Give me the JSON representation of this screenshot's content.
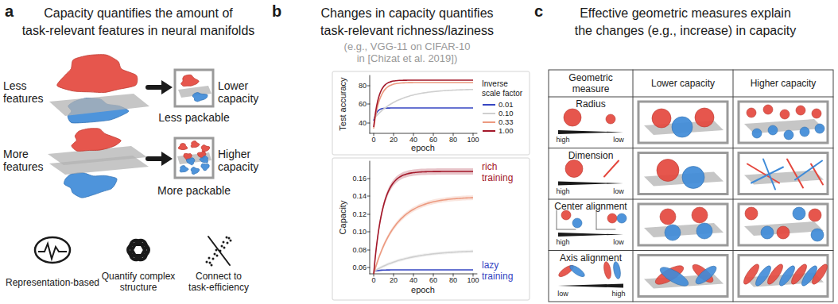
{
  "diagram": {
    "labels": [
      "a",
      "Capacity quantifies the amount of task-relevant features in neural manifolds",
      "Less features",
      "Lower capacity",
      "Less packable",
      "More features",
      "Higher capacity",
      "More packable",
      "Representation-based",
      "Quantify complex structure",
      "Connect to task-efficiency",
      "b",
      "Changes in capacity quantifies task-relevant richness/laziness",
      "(e.g., VGG-11 on CIFAR-10 in [Chizat et al. 2019])",
      "Test accuracy",
      "80",
      "60",
      "40",
      "0",
      "20",
      "40",
      "60",
      "80",
      "100",
      "epoch",
      "Inverse scale factor",
      "Capacity",
      "0.16",
      "0.14",
      "0.12",
      "0.10",
      "0.08",
      "0.06",
      "0",
      "20",
      "40",
      "60",
      "80",
      "100",
      "epoch",
      "rich training",
      "lazy training",
      "c",
      "Effective geometric measures explain the changes (e.g., increase) in capacity",
      "Geometric measure",
      "Lower capacity",
      "Higher capacity",
      "Radius",
      "high",
      "low",
      "Dimension",
      "high",
      "low",
      "Center alignment",
      "high",
      "low",
      "Axis alignment",
      "low",
      "high"
    ],
    "legend": [
      {
        "text": "0.01"
      },
      {
        "text": "0.10"
      },
      {
        "text": "0.33"
      },
      {
        "text": "1.00"
      }
    ]
  }
}
